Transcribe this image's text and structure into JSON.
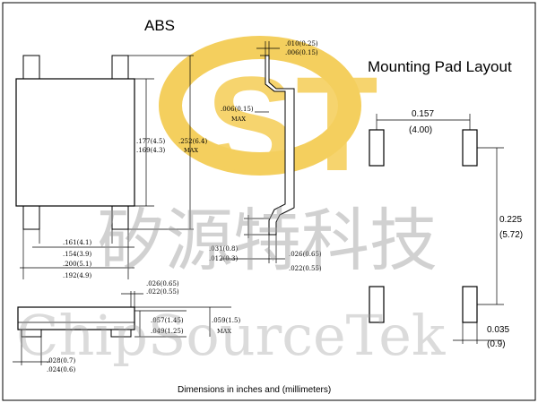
{
  "title": "ABS",
  "mounting_title": "Mounting Pad Layout",
  "footer": "Dimensions in inches and (millimeters)",
  "watermark": {
    "logo_text": "ST",
    "chinese": "矽源特科技",
    "english": "ChipSourceTek"
  },
  "colors": {
    "logo": "#f3c742",
    "watermark": "#9a9a9a",
    "line": "#000000"
  },
  "top_view": {
    "dim_body_height_a": ".177(4.5)",
    "dim_body_height_b": ".169(4.3)",
    "dim_total_height_a": ".252(6.4)",
    "dim_total_height_b": "MAX",
    "dim_width_1": ".161(4.1)",
    "dim_width_2": ".154(3.9)",
    "dim_width_3": ".200(5.1)",
    "dim_width_4": ".192(4.9)"
  },
  "side_view": {
    "dim_top_a": ".010(0.25)",
    "dim_top_b": ".006(0.15)",
    "dim_thick_a": ".006(0.15)",
    "dim_thick_b": "MAX",
    "dim_lead_a": ".031(0.8)",
    "dim_lead_b": ".012(0.3)",
    "dim_foot_a": ".026(0.65)",
    "dim_foot_b": ".022(0.55)"
  },
  "front_view": {
    "dim_lead_top_a": ".026(0.65)",
    "dim_lead_top_b": ".022(0.55)",
    "dim_h1_a": ".057(1.45)",
    "dim_h1_b": ".049(1.25)",
    "dim_h2_a": ".059(1.5)",
    "dim_h2_b": "MAX",
    "dim_bottom_a": ".028(0.7)",
    "dim_bottom_b": ".024(0.6)"
  },
  "mounting": {
    "dim_pitch_in": "0.157",
    "dim_pitch_mm": "(4.00)",
    "dim_height_in": "0.225",
    "dim_height_mm": "(5.72)",
    "dim_pad_in": "0.035",
    "dim_pad_mm": "(0.9)"
  }
}
